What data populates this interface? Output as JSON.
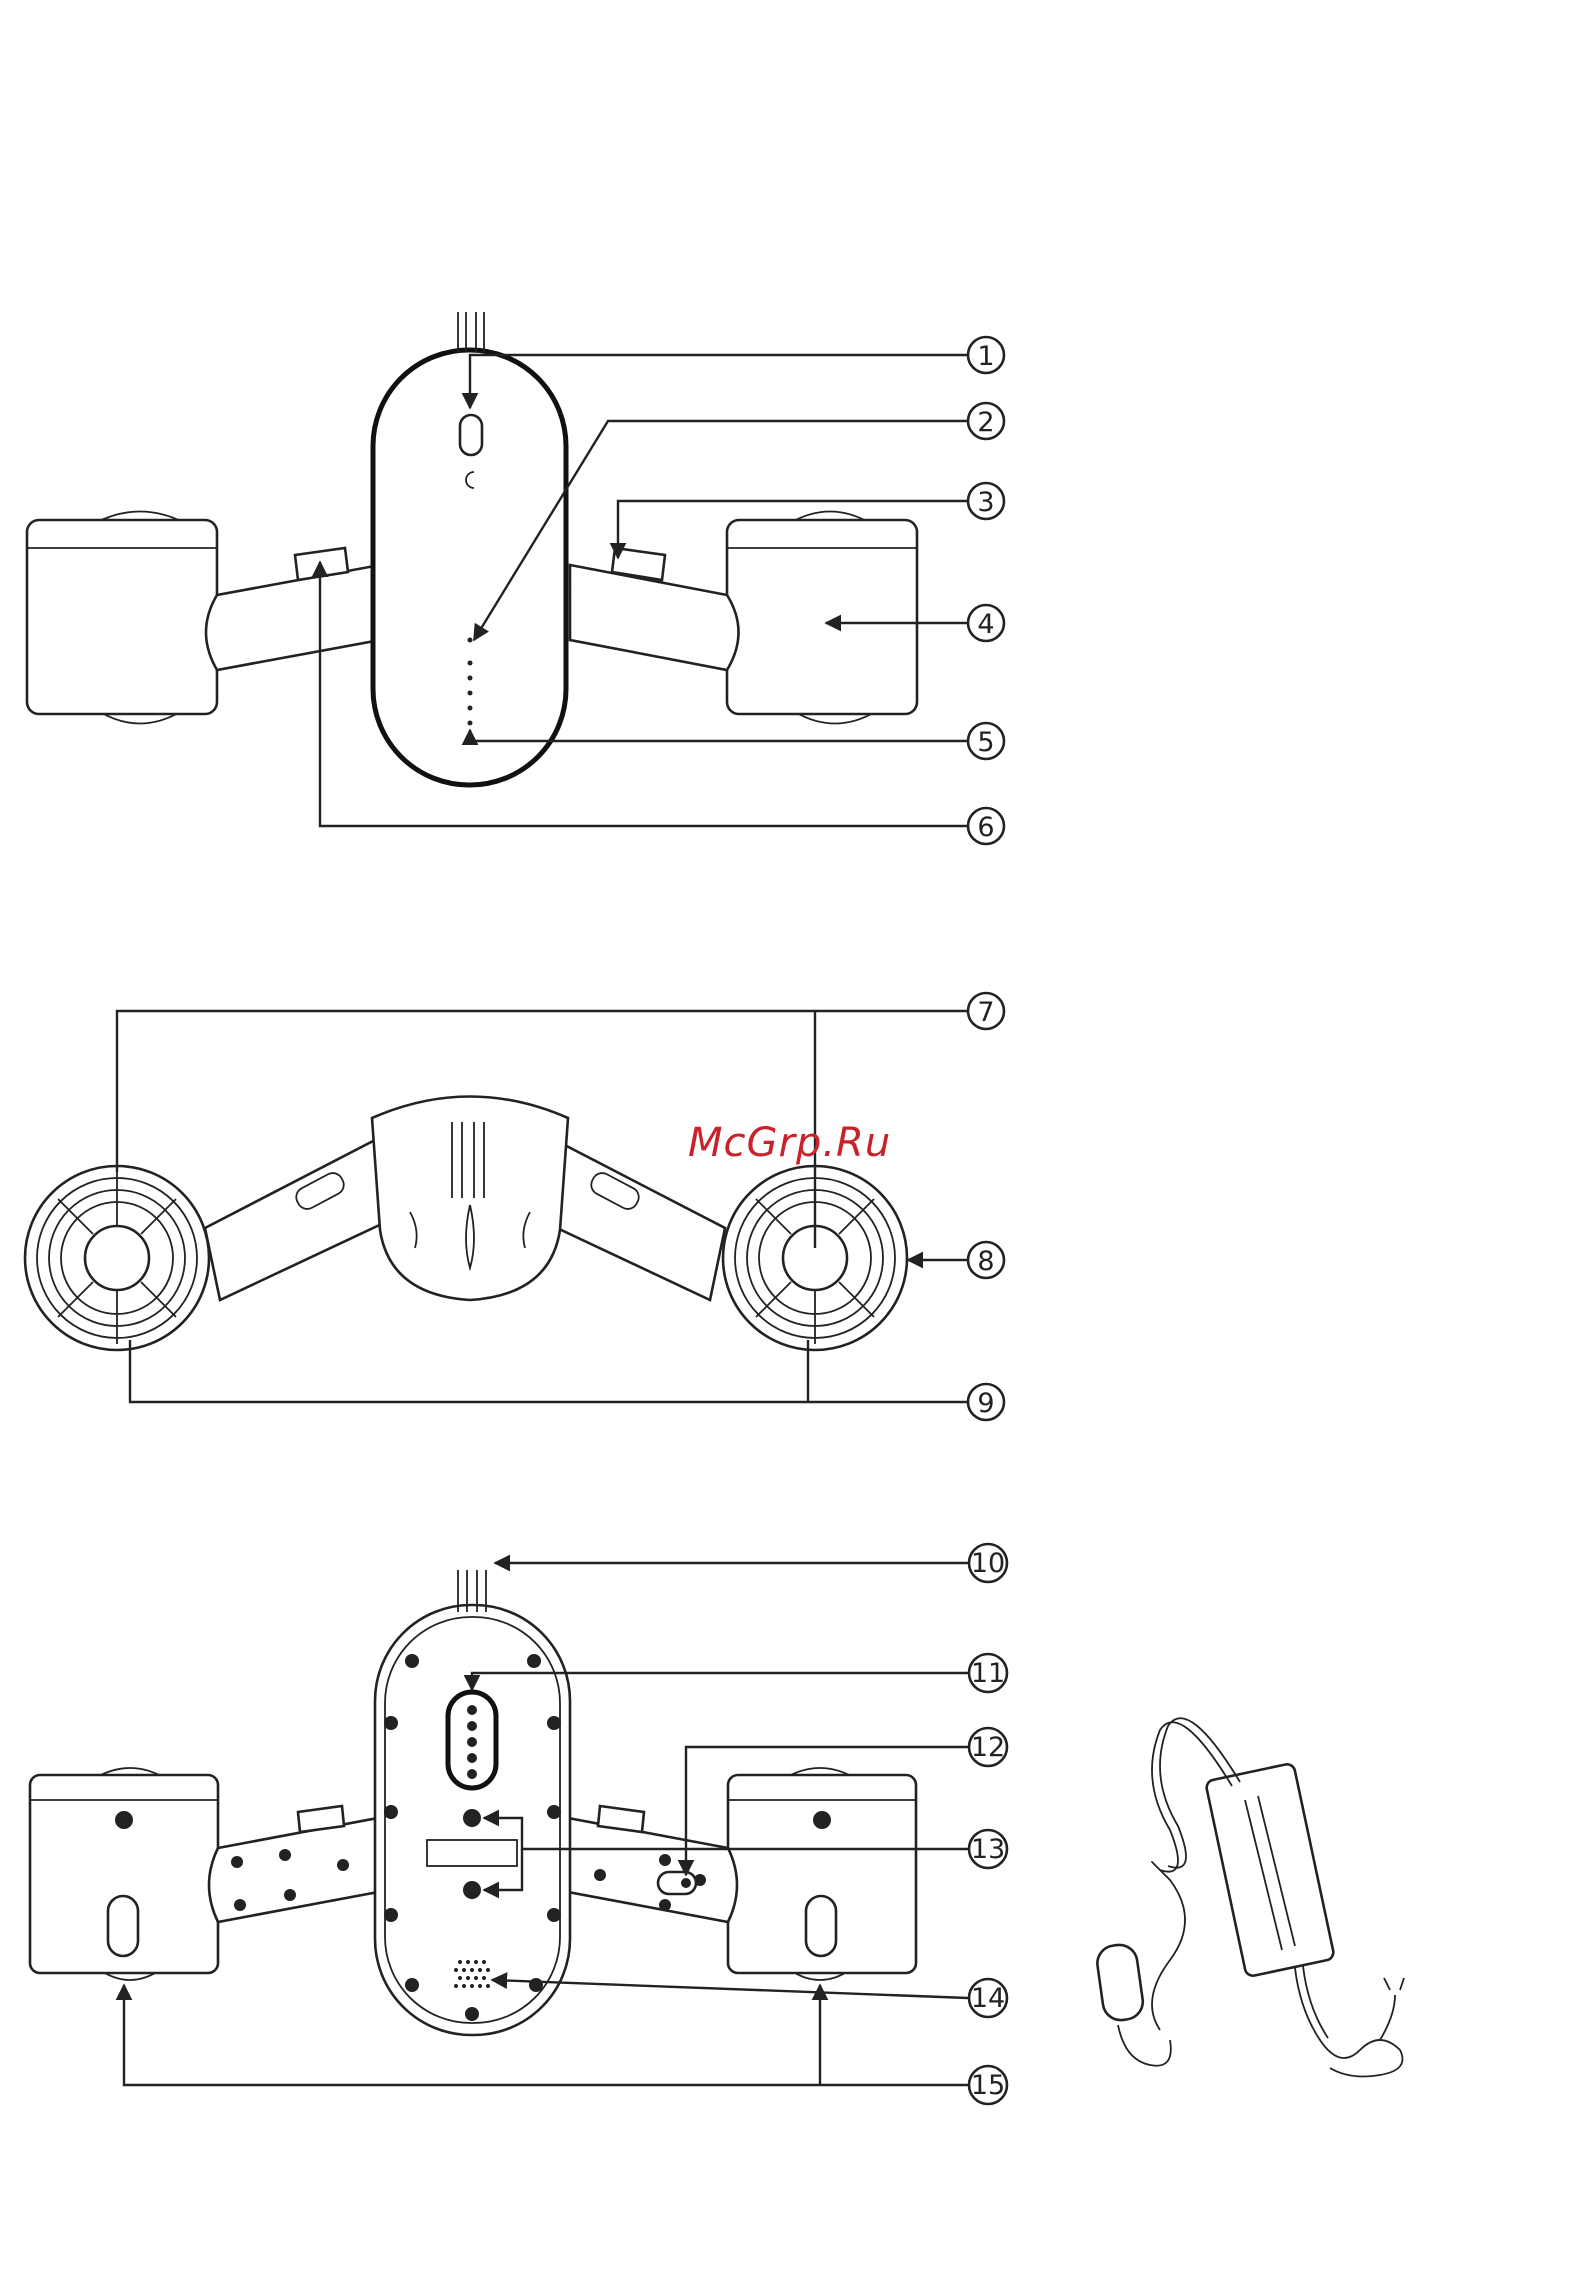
{
  "watermark": "McGrp.Ru",
  "callouts": [
    "1",
    "2",
    "3",
    "4",
    "5",
    "6",
    "7",
    "8",
    "9",
    "10",
    "11",
    "12",
    "13",
    "14",
    "15"
  ],
  "colors": {
    "line": "#222222",
    "watermark": "#c8222b",
    "background": "#ffffff"
  },
  "views": [
    {
      "id": "top-view",
      "parts": [
        "1",
        "2",
        "3",
        "4",
        "5",
        "6"
      ]
    },
    {
      "id": "front-view",
      "parts": [
        "7",
        "8",
        "9"
      ]
    },
    {
      "id": "bottom-view",
      "parts": [
        "10",
        "11",
        "12",
        "13",
        "14",
        "15"
      ]
    },
    {
      "id": "charger-accessory",
      "parts": []
    }
  ]
}
